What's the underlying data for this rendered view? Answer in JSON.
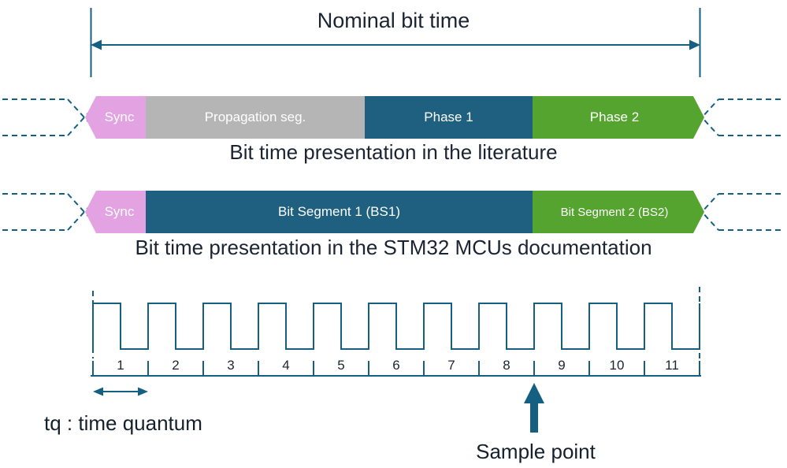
{
  "title": "Nominal bit time",
  "bar_literature": {
    "segments": [
      {
        "label": "Sync"
      },
      {
        "label": "Propagation seg."
      },
      {
        "label": "Phase 1"
      },
      {
        "label": "Phase 2"
      }
    ],
    "caption": "Bit time presentation in the literature"
  },
  "bar_stm32": {
    "segments": [
      {
        "label": "Sync"
      },
      {
        "label": "Bit Segment 1 (BS1)"
      },
      {
        "label": "Bit Segment 2 (BS2)"
      }
    ],
    "caption": "Bit time presentation in the STM32 MCUs documentation"
  },
  "timeline": {
    "quantum_numbers": [
      "1",
      "2",
      "3",
      "4",
      "5",
      "6",
      "7",
      "8",
      "9",
      "10",
      "11"
    ],
    "tq_label": "tq : time quantum",
    "sample_point_label": "Sample point"
  },
  "colors": {
    "line_teal": "#156082",
    "segment_teal": "#1f5f7f",
    "segment_green": "#54a42f",
    "segment_pink": "#e3a3e3",
    "segment_gray": "#b5b5b5"
  }
}
